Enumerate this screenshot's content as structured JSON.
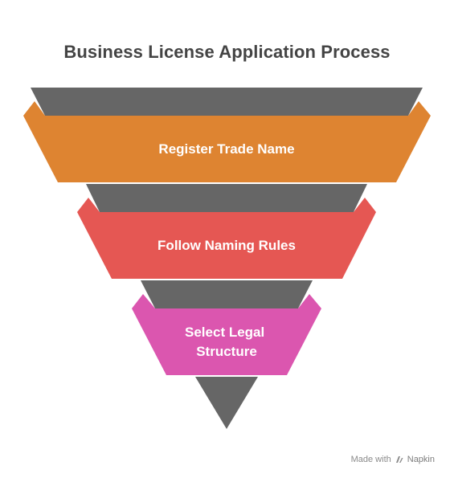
{
  "title": "Business License Application Process",
  "stages": [
    {
      "label_lines": [
        "Register Trade Name"
      ],
      "color": "#DE8431",
      "shadow": "#666666"
    },
    {
      "label_lines": [
        "Follow Naming Rules"
      ],
      "color": "#E55753",
      "shadow": "#666666"
    },
    {
      "label_lines": [
        "Select Legal",
        "Structure"
      ],
      "color": "#DB56AF",
      "shadow": "#666666"
    }
  ],
  "tip_color": "#666666",
  "watermark": {
    "prefix": "Made with",
    "brand": "Napkin",
    "icon": "napkin-logo-icon"
  }
}
